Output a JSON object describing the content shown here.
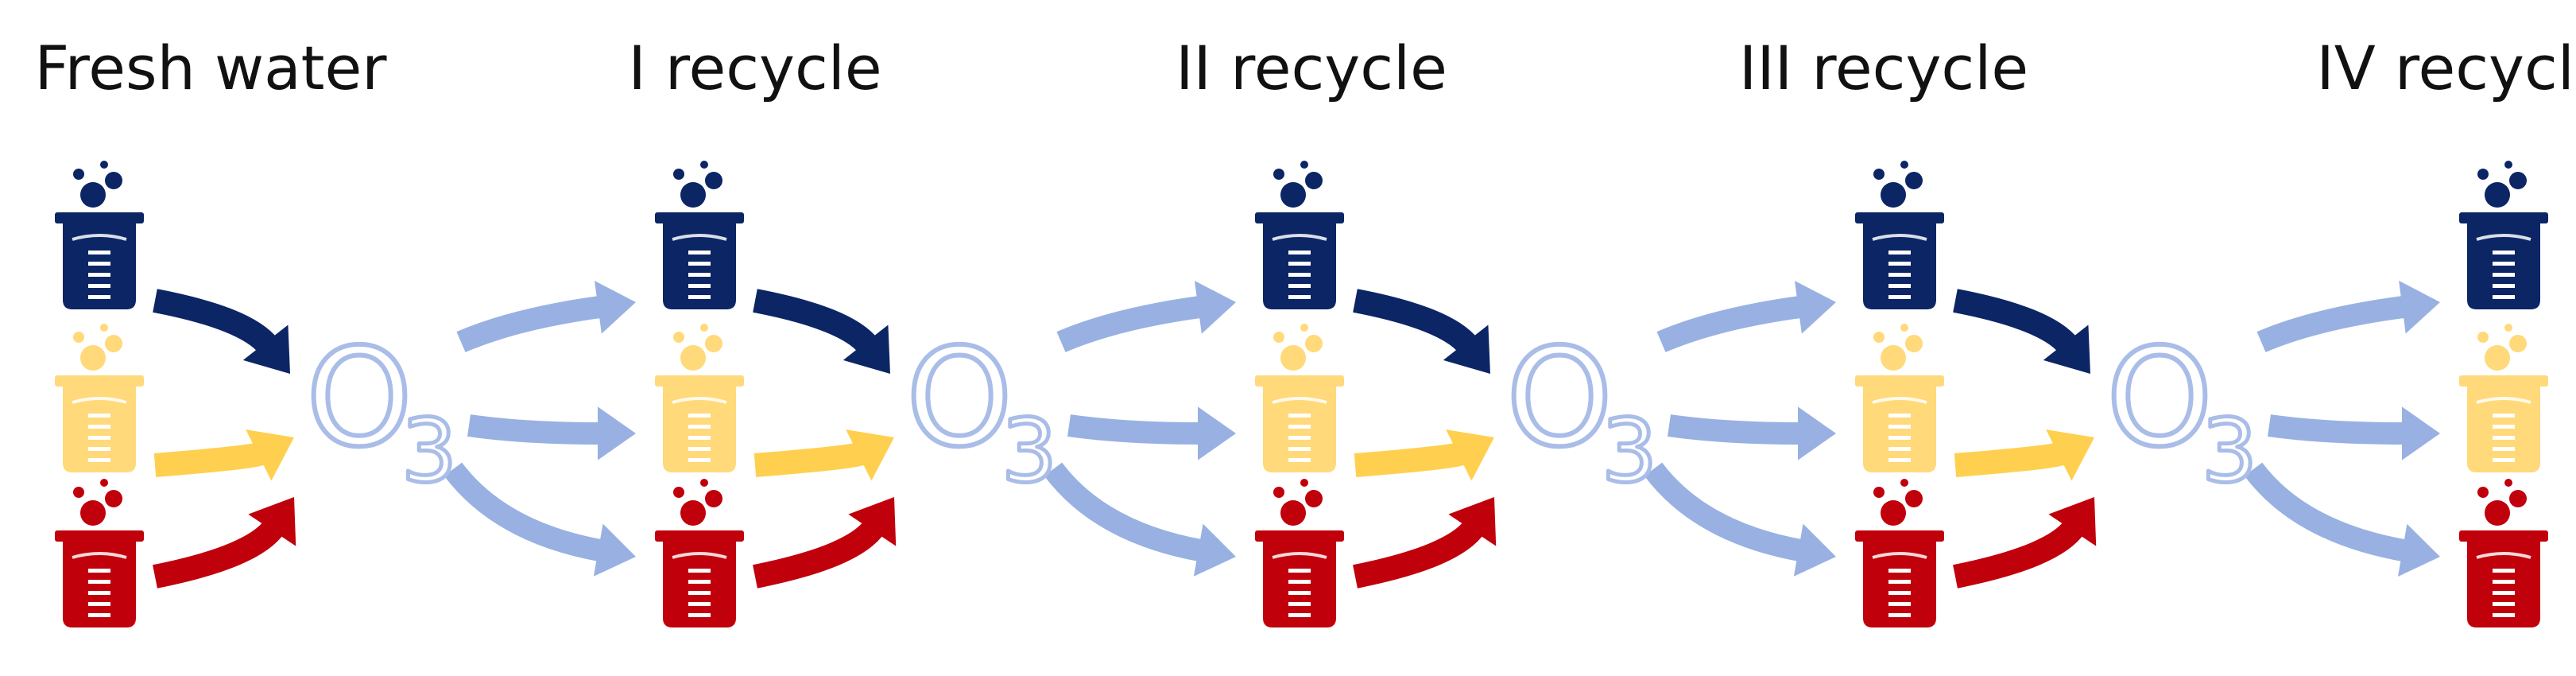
{
  "stages": [
    {
      "title": "Fresh water"
    },
    {
      "title": "I recycle"
    },
    {
      "title": "II recycle"
    },
    {
      "title": "III recycle"
    },
    {
      "title": "IV recycle"
    }
  ],
  "ozone": {
    "symbol": "O",
    "subscript": "3"
  },
  "beakers": [
    {
      "name": "blue",
      "color": "#0b2565"
    },
    {
      "name": "yellow",
      "color": "#ffd97a"
    },
    {
      "name": "red",
      "color": "#c0000b"
    }
  ],
  "colors": {
    "arrow_to_ozone_blue": "#0b2565",
    "arrow_to_ozone_yellow": "#ffcf4f",
    "arrow_to_ozone_red": "#c0000b",
    "arrow_from_ozone": "#98b1e2",
    "ozone_outline": "#a9bde8"
  },
  "icons": {
    "beaker": "beaker-icon",
    "bubbles": "bubbles-icon",
    "arrow": "arrow-icon"
  }
}
